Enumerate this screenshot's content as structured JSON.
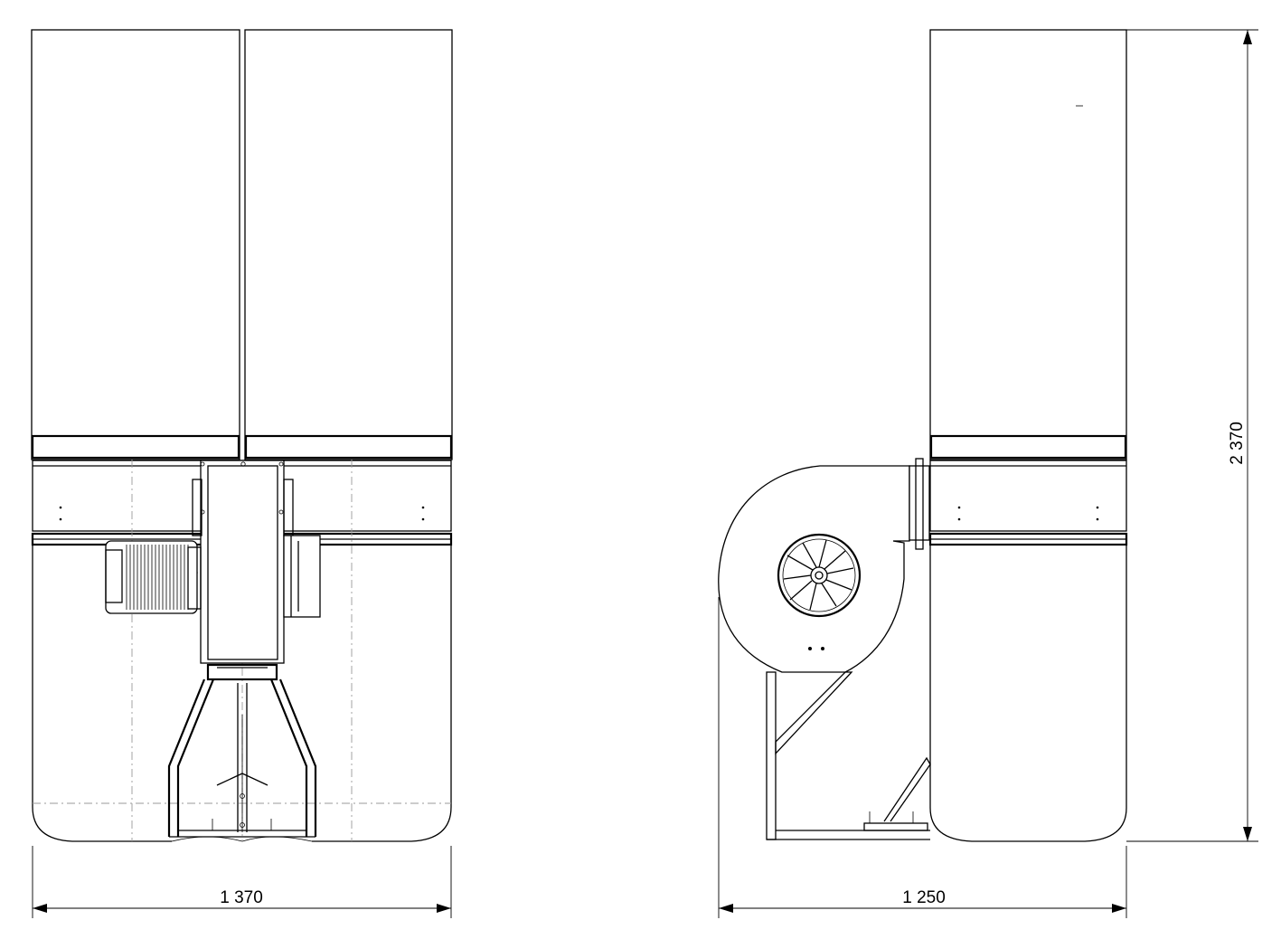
{
  "dimensions": {
    "front_width": "1 370",
    "side_width": "1 250",
    "height": "2 370"
  }
}
